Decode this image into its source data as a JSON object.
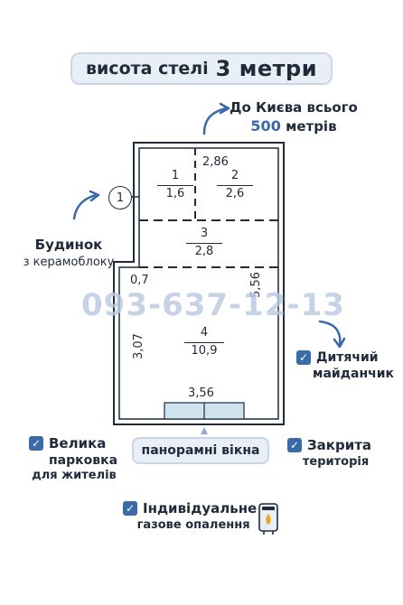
{
  "banner": {
    "label": "висота стелі",
    "value": "3 метри"
  },
  "kyiv": {
    "line1": "До Києва всього",
    "distance": "500",
    "unit": "метрів"
  },
  "building": {
    "line1": "Будинок",
    "line2": "з керамоблоку",
    "marker": "1"
  },
  "plan": {
    "rooms": [
      {
        "id": "1",
        "area": "1,6"
      },
      {
        "id": "2",
        "area": "2,6"
      },
      {
        "id": "3",
        "area": "2,8"
      },
      {
        "id": "4",
        "area": "10,9"
      }
    ],
    "dims": {
      "top": "2,86",
      "step": "0,7",
      "right": "5,56",
      "left": "3,07",
      "bottom": "3,56"
    }
  },
  "watermark": "093-637-12-13",
  "features": {
    "playground": {
      "line1": "Дитячий",
      "line2": "майданчик"
    },
    "parking": {
      "line1": "Велика",
      "line2": "парковка",
      "line3": "для жителів"
    },
    "windows": "панорамні вікна",
    "closed": {
      "line1": "Закрита",
      "line2": "територія"
    },
    "heating": {
      "line1": "Індивідуальне",
      "line2": "газове опалення"
    }
  },
  "colors": {
    "accent": "#3b6aa8",
    "wall": "#1f2a3a",
    "window": "#cfe3ef"
  },
  "icons": {
    "check": "checkmark-icon",
    "arrow": "curved-arrow-icon",
    "boiler": "gas-boiler-icon"
  }
}
